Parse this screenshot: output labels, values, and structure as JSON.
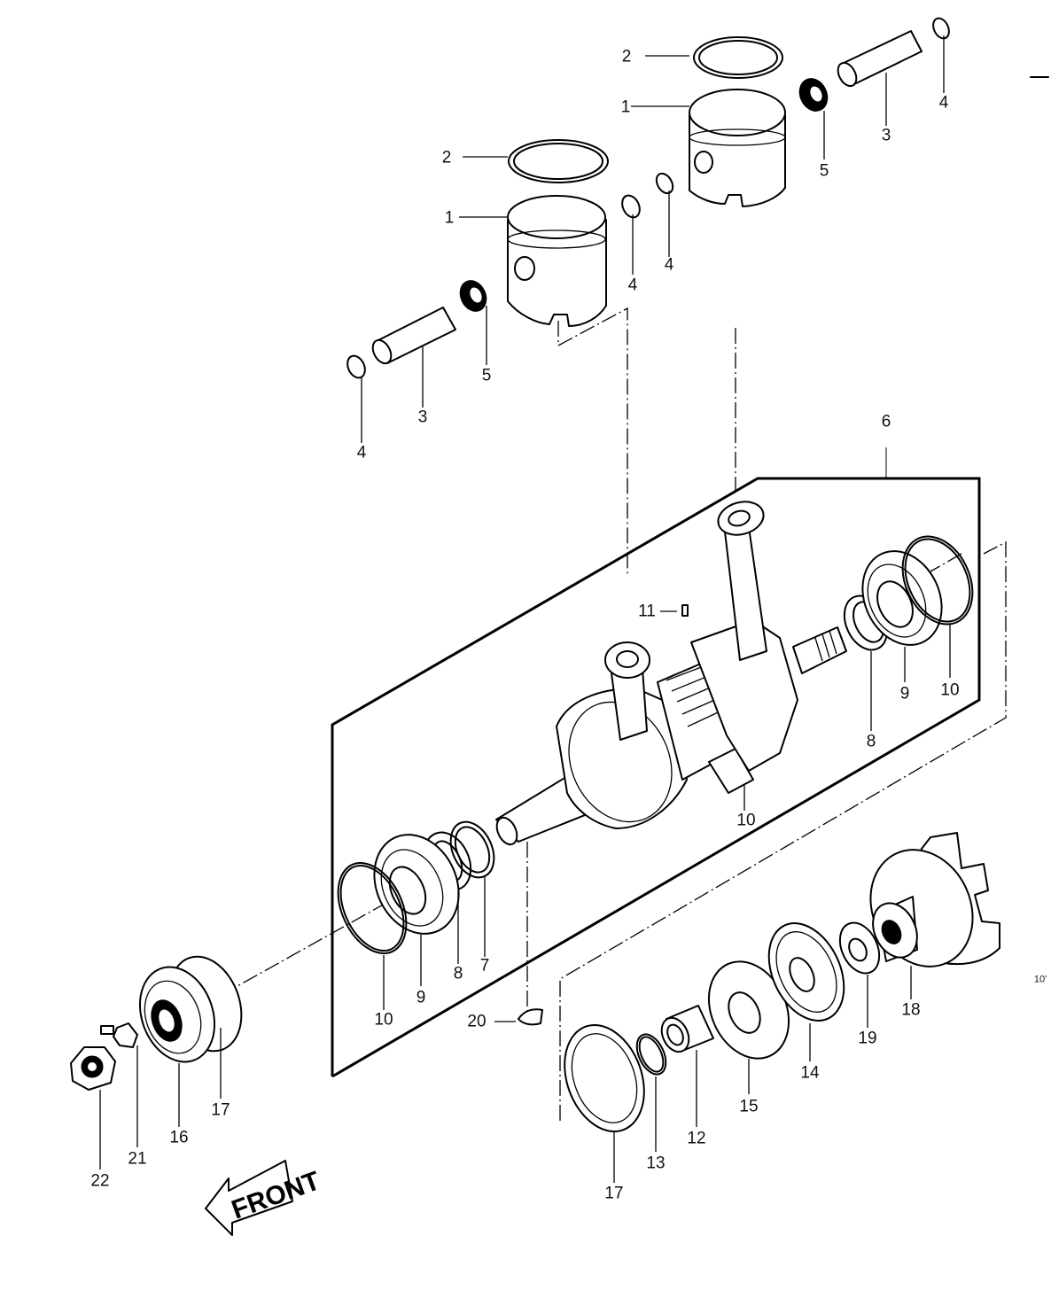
{
  "callouts": {
    "piston_a": "1",
    "ring_a": "2",
    "pin_a": "3",
    "clip_a1": "4",
    "clip_a2": "4",
    "bearing_a": "5",
    "piston_b": "1",
    "ring_b": "2",
    "pin_b": "3",
    "clip_b1": "4",
    "clip_b2": "4",
    "bearing_b": "5",
    "crank_assy": "6",
    "ring_7": "7",
    "washer_8r": "8",
    "washer_8l": "8",
    "bearing_9r": "9",
    "bearing_9l": "9",
    "oring_10r": "10",
    "oring_10m": "10",
    "oring_10l": "10",
    "pin_11": "11",
    "collar_12": "12",
    "oring_13": "13",
    "cover_14": "14",
    "seal_15": "15",
    "seal_16": "16",
    "shim_17a": "17",
    "shim_17b": "17",
    "hub_18": "18",
    "washer_19": "19",
    "key_20": "20",
    "lockwasher_21": "21",
    "nut_22": "22"
  },
  "front_label": "FRONT",
  "page_mark": "10'"
}
